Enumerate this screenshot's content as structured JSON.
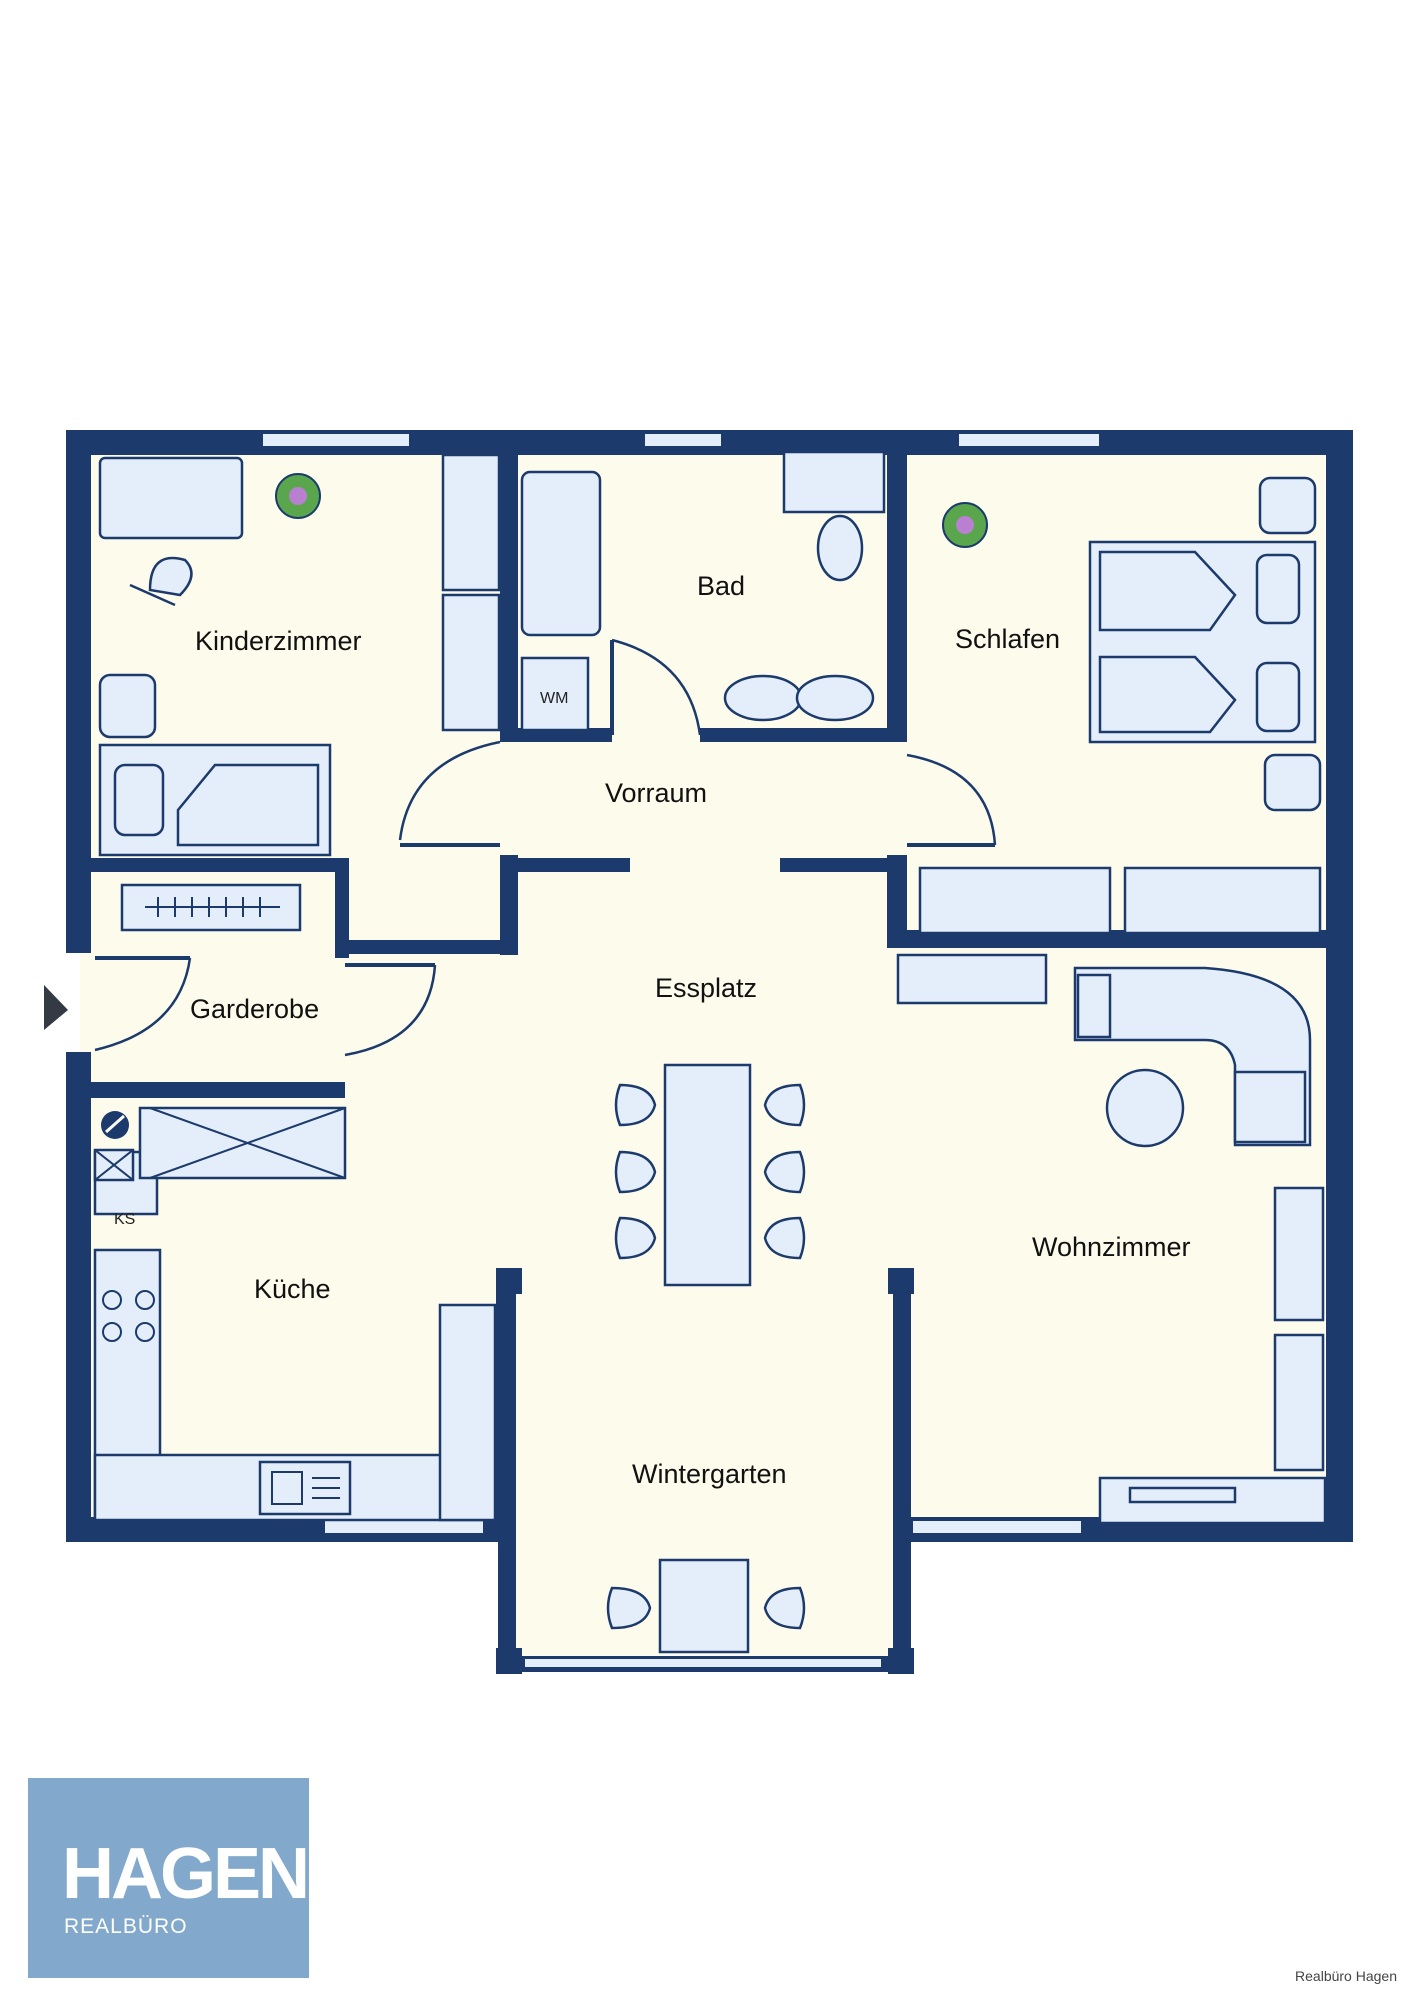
{
  "rooms": {
    "kinderzimmer": "Kinderzimmer",
    "bad": "Bad",
    "schlafen": "Schlafen",
    "vorraum": "Vorraum",
    "garderobe": "Garderobe",
    "essplatz": "Essplatz",
    "kueche": "Küche",
    "wohnzimmer": "Wohnzimmer",
    "wintergarten": "Wintergarten"
  },
  "fixtures": {
    "washing_machine": "WM",
    "fridge": "KS"
  },
  "logo": {
    "brand": "HAGEN",
    "sub": "REALBÜRO"
  },
  "credit": "Realbüro Hagen",
  "colors": {
    "wall": "#1c3a6b",
    "floor": "#fdfbec",
    "furniture": "#e3eefa",
    "furniture_outline": "#1c3a6b",
    "logo_bg": "#82a9cc"
  }
}
